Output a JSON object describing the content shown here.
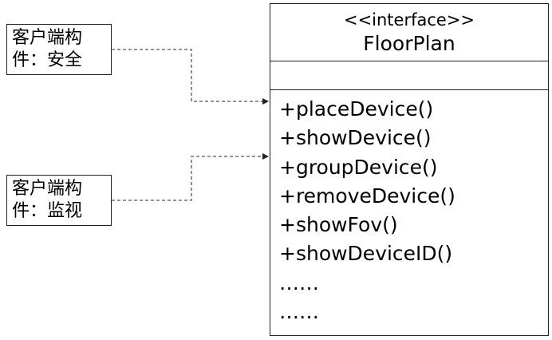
{
  "clients": [
    {
      "line1": "客户端构",
      "line2": "件：安全"
    },
    {
      "line1": "客户端构",
      "line2": "件：监视"
    }
  ],
  "interface": {
    "stereotype": "<<interface>>",
    "name": "FloorPlan",
    "operations": [
      "+placeDevice()",
      "+showDevice()",
      "+groupDevice()",
      "+removeDevice()",
      "+showFov()",
      "+showDeviceID()",
      "……",
      "……"
    ]
  },
  "colors": {
    "line": "#222222",
    "dashed": "#555555"
  }
}
